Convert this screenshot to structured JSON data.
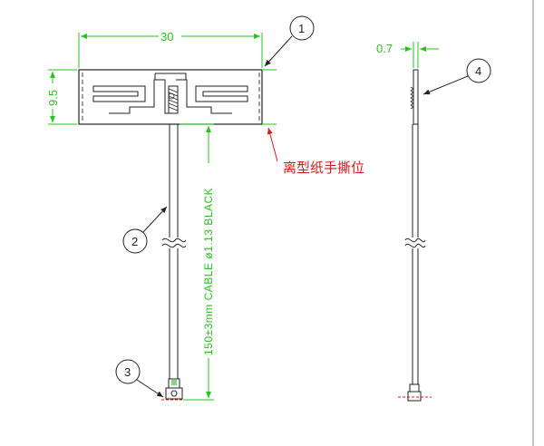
{
  "dimensions": {
    "width": "30",
    "height": "9.5",
    "thickness": "0.7",
    "cable": "150±3mm  CABLE  ø1.13  BLACK"
  },
  "callouts": [
    "1",
    "2",
    "3",
    "4"
  ],
  "note": "离型纸手撕位",
  "colors": {
    "dimension": "#27c21e",
    "note": "#d11b1b",
    "outline": "#222222"
  }
}
